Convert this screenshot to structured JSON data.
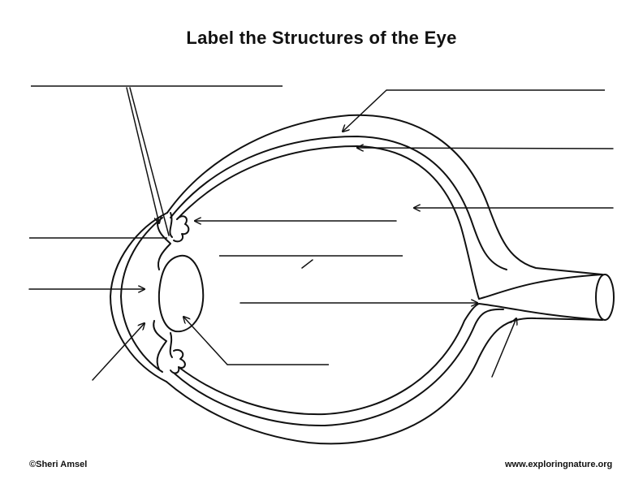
{
  "title": "Label the Structures of the Eye",
  "credits": {
    "copyright": "©Sheri Amsel",
    "website": "www.exploringnature.org"
  }
}
